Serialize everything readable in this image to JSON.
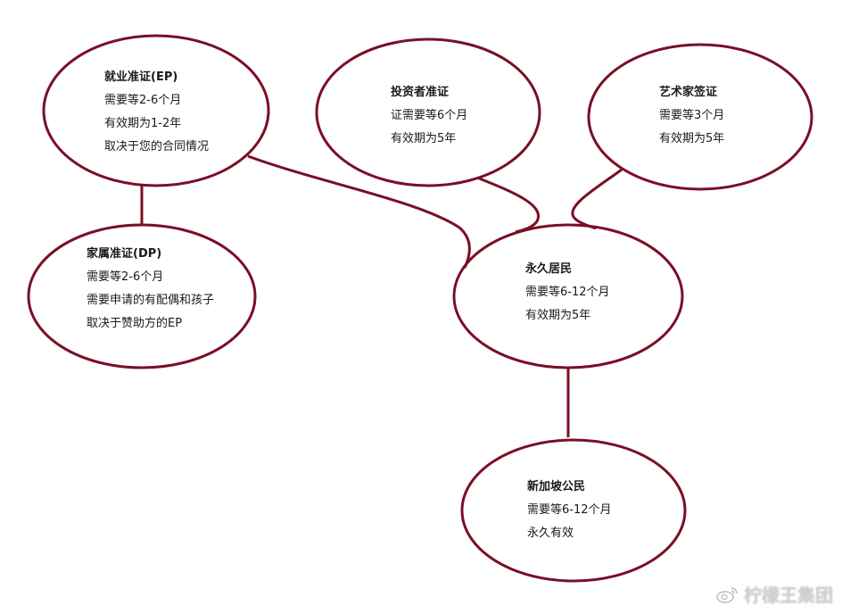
{
  "colors": {
    "stroke": "#7a0f25",
    "text": "#1a1a1a"
  },
  "nodes": {
    "ep": {
      "title": "就业准证(EP)",
      "lines": [
        "需要等2-6个月",
        "有效期为1-2年",
        "取决于您的合同情况"
      ]
    },
    "investor": {
      "title": "投资者准证",
      "lines": [
        "证需要等6个月",
        "有效期为5年"
      ]
    },
    "artist": {
      "title": "艺术家签证",
      "lines": [
        "需要等3个月",
        "有效期为5年"
      ]
    },
    "dp": {
      "title": "家属准证(DP)",
      "lines": [
        "需要等2-6个月",
        "需要申请的有配偶和孩子",
        "取决于赞助方的EP"
      ]
    },
    "pr": {
      "title": "永久居民",
      "lines": [
        "需要等6-12个月",
        "有效期为5年"
      ]
    },
    "citizen": {
      "title": "新加坡公民",
      "lines": [
        "需要等6-12个月",
        "永久有效"
      ]
    }
  },
  "edges": [
    {
      "from": "ep",
      "to": "dp"
    },
    {
      "from": "ep",
      "to": "pr"
    },
    {
      "from": "investor",
      "to": "pr"
    },
    {
      "from": "artist",
      "to": "pr"
    },
    {
      "from": "pr",
      "to": "citizen"
    }
  ],
  "watermark": {
    "icon": "weibo-icon",
    "text": "柠檬王集团"
  }
}
